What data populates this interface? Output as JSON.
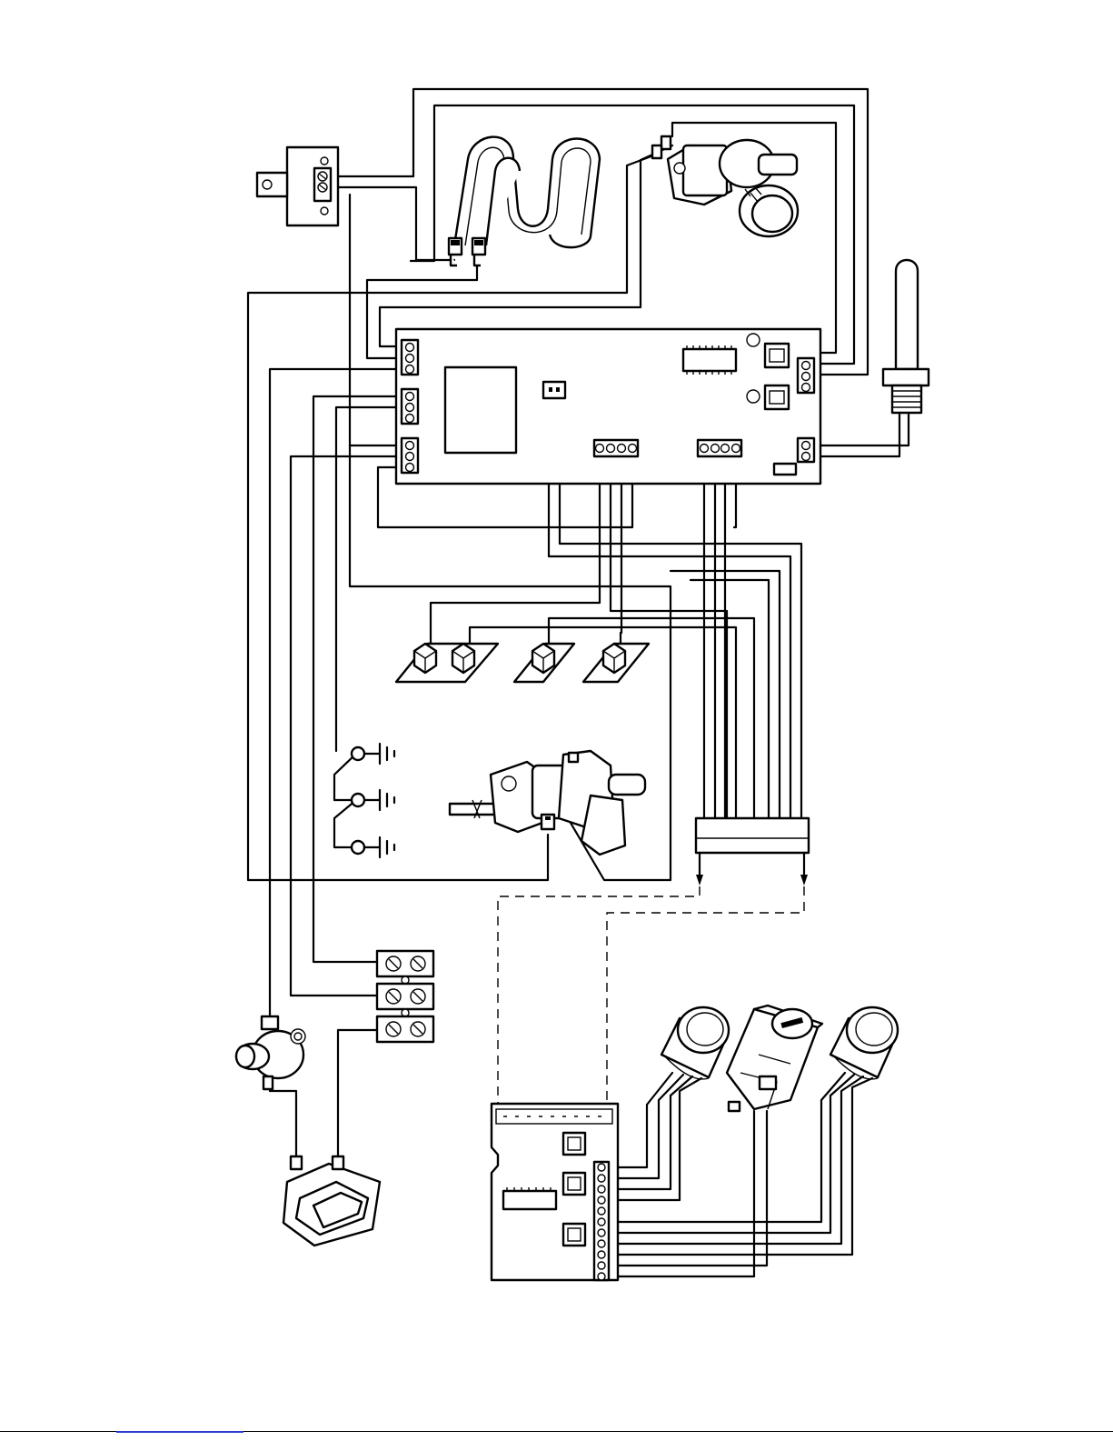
{
  "diagram": {
    "type": "wiring-diagram",
    "colors": {
      "line": "#000000",
      "background": "#ffffff",
      "footer_link": "#2a3fd0"
    },
    "components": [
      "thermostat-bracket",
      "heating-element",
      "inlet-water-valve",
      "temperature-probe",
      "main-control-board",
      "push-button-switches",
      "ground-points",
      "gas-valve",
      "wire-harness-connector",
      "terminal-block",
      "thermal-cutoff",
      "rocker-switch",
      "user-interface-board",
      "rotary-selector",
      "indicator-buttons"
    ]
  }
}
